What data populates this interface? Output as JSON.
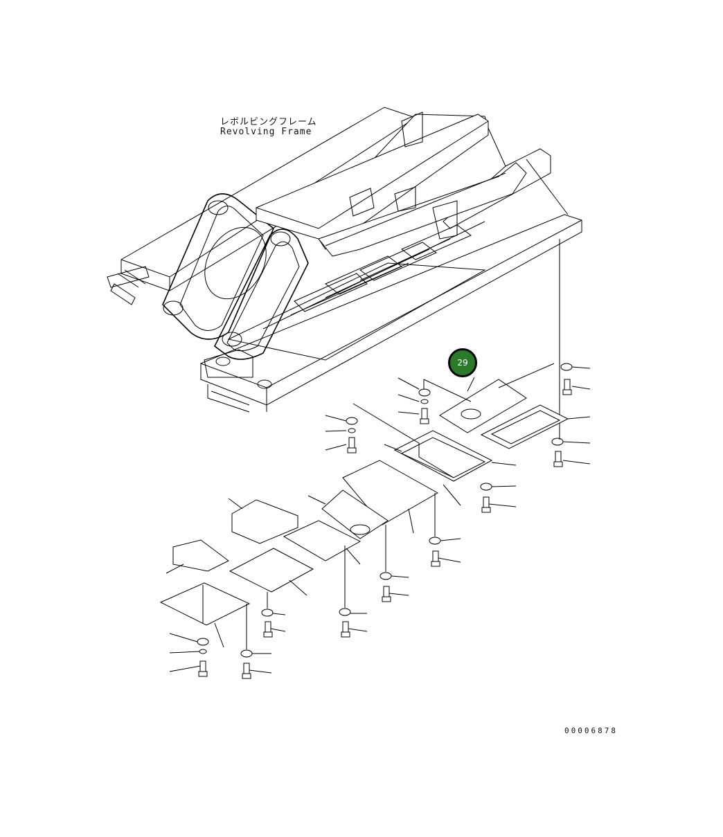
{
  "frame_label": {
    "japanese": "レボルビングフレーム",
    "english": "Revolving Frame"
  },
  "callout": {
    "number": "29",
    "color": "#2b7a2b"
  },
  "document_number": "00006878"
}
